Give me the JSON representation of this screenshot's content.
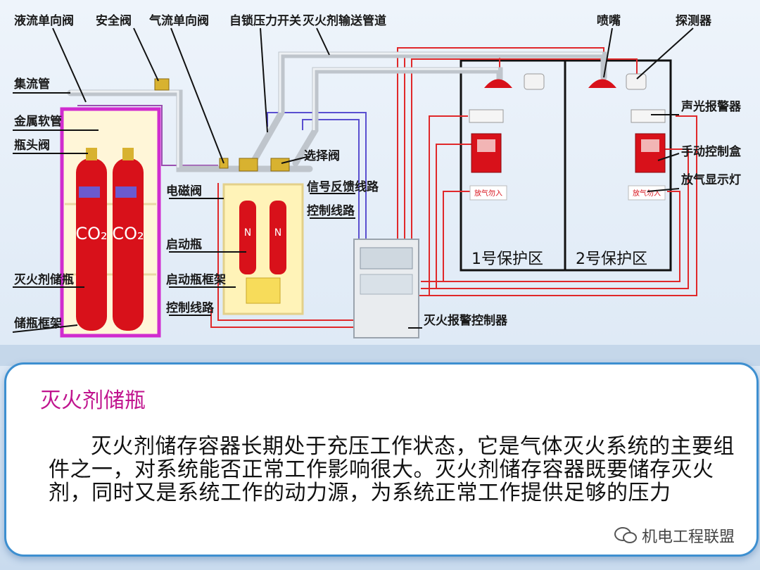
{
  "labels": {
    "liquid_check_valve": "液流单向阀",
    "safety_valve": "安全阀",
    "gas_check_valve": "气流单向阀",
    "pressure_switch": "自锁压力开关",
    "agent_pipe": "灭火剂输送管道",
    "nozzle": "喷嘴",
    "detector": "探测器",
    "manifold": "集流管",
    "metal_hose": "金属软管",
    "bottle_valve": "瓶头阀",
    "selector_valve": "选择阀",
    "solenoid_valve": "电磁阀",
    "feedback_line": "信号反馈线路",
    "control_line_1": "控制线路",
    "start_bottle": "启动瓶",
    "agent_bottle": "灭火剂储瓶",
    "start_bottle_frame": "启动瓶框架",
    "control_line_2": "控制线路",
    "bottle_frame": "储瓶框架",
    "controller": "灭火报警控制器",
    "sound_light_alarm": "声光报警器",
    "manual_box": "手动控制盒",
    "release_lamp": "放气显示灯",
    "zone1": "1号保护区",
    "zone2": "2号保护区",
    "co2_mark": "CO₂",
    "n_mark": "N",
    "release_sign": "放气勿入"
  },
  "panel": {
    "title": "灭火剂储瓶",
    "body": "灭火剂储存容器长期处于充压工作状态，它是气体灭火系统的主要组件之一，对系统能否正常工作影响很大。灭火剂储存容器既要储存灭火剂，同时又是系统工作的动力源，为系统正常工作提供足够的压力"
  },
  "watermark": "机电工程联盟",
  "colors": {
    "title": "#c0148e",
    "border": "#3d8fd0",
    "bottle": "#d8111a",
    "wire": "#e0282a",
    "feedback": "#5a4fd0"
  }
}
